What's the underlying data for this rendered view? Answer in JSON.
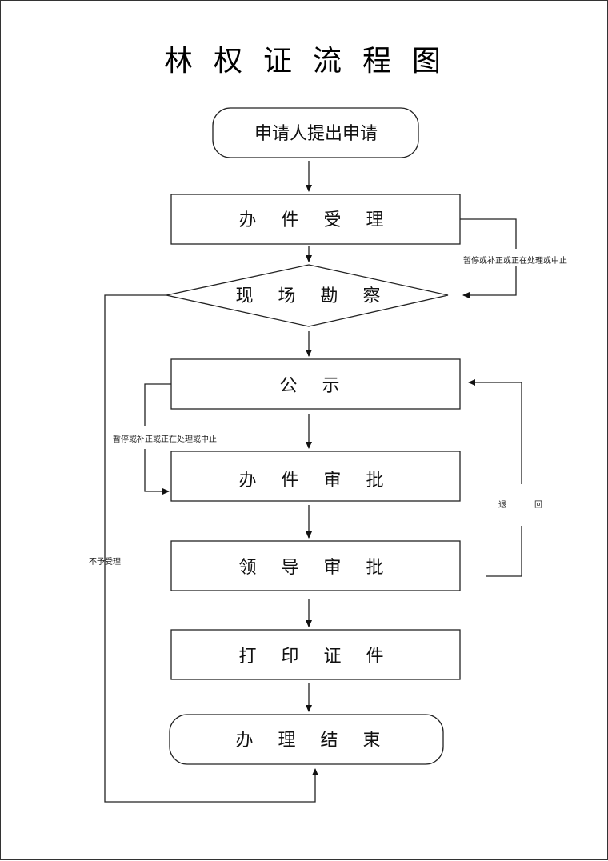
{
  "title": "林权证流程图",
  "nodes": {
    "start": {
      "label": "申请人提出申请",
      "shape": "rounded"
    },
    "accept": {
      "label": "办件受理",
      "shape": "rect"
    },
    "survey": {
      "label": "现场勘察",
      "shape": "diamond"
    },
    "publicize": {
      "label": "公示",
      "shape": "rect"
    },
    "review": {
      "label": "办件审批",
      "shape": "rect"
    },
    "leader": {
      "label": "领导审批",
      "shape": "rect"
    },
    "print": {
      "label": "打印证件",
      "shape": "rect"
    },
    "end": {
      "label": "办理结束",
      "shape": "rounded"
    }
  },
  "edges": [
    {
      "from": "start",
      "to": "accept"
    },
    {
      "from": "accept",
      "to": "survey"
    },
    {
      "from": "accept",
      "to": "survey",
      "label": "暂停或补正或正在处理或中止",
      "route": "right-loop"
    },
    {
      "from": "survey",
      "to": "publicize"
    },
    {
      "from": "survey",
      "to": "end",
      "label": "不予受理",
      "route": "left-loop"
    },
    {
      "from": "publicize",
      "to": "review"
    },
    {
      "from": "publicize",
      "to": "review",
      "label": "暂停或补正或正在处理或中止",
      "route": "left-loop"
    },
    {
      "from": "review",
      "to": "leader"
    },
    {
      "from": "leader",
      "to": "publicize",
      "label": "退        回",
      "route": "right-loop"
    },
    {
      "from": "leader",
      "to": "print"
    },
    {
      "from": "print",
      "to": "end"
    }
  ],
  "notes": {
    "pause_right": "暂停或补正或正在处理或中止",
    "pause_left": "暂停或补正或正在处理或中止",
    "return_left": "退",
    "return_right": "回",
    "reject": "不予受理"
  },
  "display": {
    "title_chars": [
      "林",
      "权",
      "证",
      "流",
      "程",
      "图"
    ],
    "accept": "办 件 受 理",
    "survey": "现 场 勘 察",
    "publicize": "公   示",
    "review": "办 件 审 批",
    "leader": "领 导 审 批",
    "print": "打 印 证 件",
    "end": "办 理 结 束"
  }
}
